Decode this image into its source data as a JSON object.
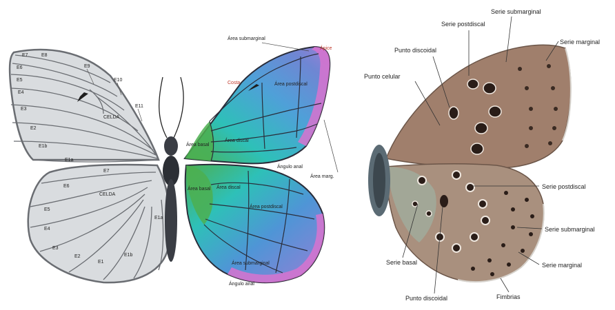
{
  "left": {
    "fw_left": {
      "veins": [
        "E7",
        "E8",
        "E6",
        "E5",
        "E4",
        "E3",
        "E2",
        "E1b",
        "E1a",
        "E9",
        "E10",
        "E11"
      ],
      "cell": "CELDA"
    },
    "hw_left": {
      "veins": [
        "E7",
        "E6",
        "E5",
        "E4",
        "E3",
        "E2",
        "E1",
        "E1b",
        "E1a"
      ],
      "cell": "CELDA"
    },
    "fw_right": {
      "costa": "Costa",
      "apex": "Ápice",
      "areas": [
        "Área submarginal",
        "Área postdiscal",
        "Área basal",
        "Área discal"
      ],
      "tornus": "Ángulo anal",
      "margin_area": "Área marg."
    },
    "hw_right": {
      "areas": [
        "Área basal",
        "Área discal",
        "Área postdiscal",
        "Área submarginal"
      ],
      "tornus": "Ángulo anal"
    }
  },
  "right": {
    "labels": {
      "serie_submarginal_top": "Serie submarginal",
      "serie_postdiscal_top": "Serie postdiscal",
      "serie_marginal_top": "Serie marginal",
      "punto_discoidal_top": "Punto discoidal",
      "punto_celular": "Punto celular",
      "serie_postdiscal_bottom": "Serie postdiscal",
      "serie_submarginal_bottom": "Serie submarginal",
      "serie_marginal_bottom": "Serie marginal",
      "serie_basal": "Serie basal",
      "punto_discoidal_bottom": "Punto discoidal",
      "fimbrias": "Fimbrias"
    }
  },
  "colors": {
    "wing_grey": "#d9dcdf",
    "vein": "#55585d",
    "area_basal": "#4caf50",
    "area_discal": "#30bcc4",
    "area_postdiscal": "#5b8fd2",
    "area_submarginal": "#9e7fd6",
    "area_marginal": "#d873cf",
    "brown_wing": "#a07f6c",
    "label_red": "#c0392b"
  }
}
